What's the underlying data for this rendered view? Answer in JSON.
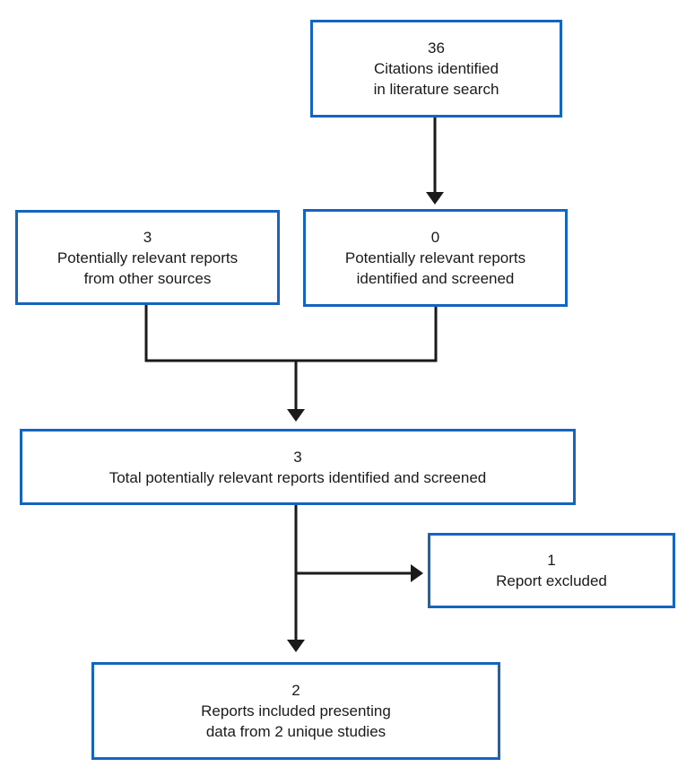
{
  "colors": {
    "box_border": "#1565C0",
    "box_background": "#ffffff",
    "connector": "#1a1a1a",
    "text": "#1a1a1a",
    "page_background": "#ffffff"
  },
  "boxes": {
    "citations": {
      "count": "36",
      "lines": [
        "Citations identified",
        "in literature search"
      ]
    },
    "other_sources": {
      "count": "3",
      "lines": [
        "Potentially relevant reports",
        "from other sources"
      ]
    },
    "screened": {
      "count": "0",
      "lines": [
        "Potentially relevant reports",
        "identified and screened"
      ]
    },
    "total": {
      "count": "3",
      "lines": [
        "Total potentially relevant reports identified and screened"
      ]
    },
    "excluded": {
      "count": "1",
      "lines": [
        "Report excluded"
      ]
    },
    "included": {
      "count": "2",
      "lines": [
        "Reports included presenting",
        "data from 2 unique studies"
      ]
    }
  }
}
